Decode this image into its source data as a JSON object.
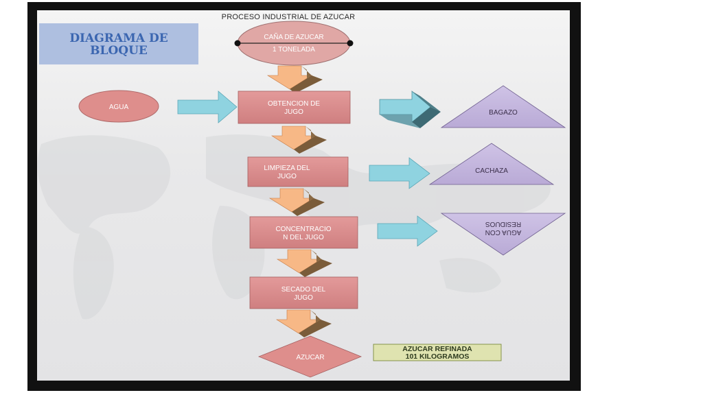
{
  "diagram": {
    "title": "PROCESO INDUSTRIAL DE AZUCAR",
    "label_box": {
      "line1": "DIAGRAMA DE",
      "line2": "BLOQUE"
    },
    "input": {
      "line1": "CAÑA DE AZUCAR",
      "line2": "1 TONELADA"
    },
    "water": "AGUA",
    "steps": [
      {
        "line1": "OBTENCION DE",
        "line2": "JUGO"
      },
      {
        "line1": "LIMPIEZA DEL",
        "line2": "JUGO"
      },
      {
        "line1": "CONCENTRACIO",
        "line2": "N DEL JUGO"
      },
      {
        "line1": "SECADO DEL",
        "line2": "JUGO"
      }
    ],
    "byproducts": [
      {
        "label": "BAGAZO"
      },
      {
        "label": "CACHAZA"
      },
      {
        "line1": "AGUA CON",
        "line2": "RESIDUOS"
      }
    ],
    "output": "AZUCAR",
    "result": {
      "line1": "AZUCAR REFINADA",
      "line2": "101 KILOGRAMOS"
    },
    "colors": {
      "process_box": "#d98a8a",
      "byproduct": "#c3b6dd",
      "arrow_down": "#f5b27e",
      "arrow_side": "#8fd3e0",
      "result_box": "#dfe3b0",
      "label_box": "#aebfe0"
    }
  }
}
